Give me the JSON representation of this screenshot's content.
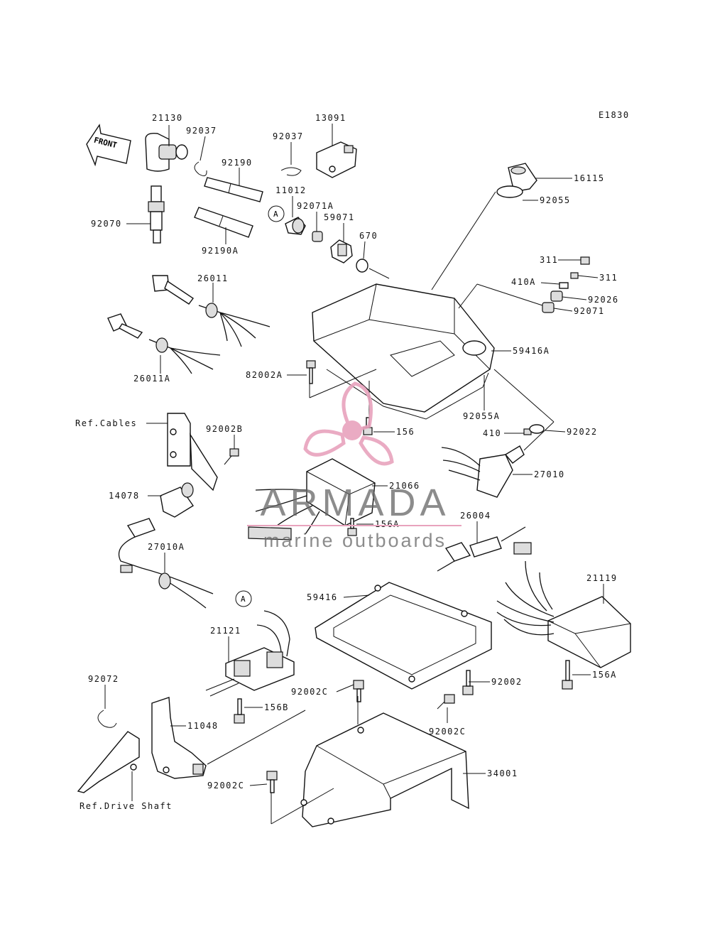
{
  "diagram": {
    "code": "E1830",
    "front_label": "FRONT",
    "circle_marker": "A",
    "ref_labels": [
      "Ref.Cables",
      "Ref.Drive Shaft"
    ],
    "parts": [
      "21130",
      "92037",
      "13091",
      "92037",
      "92190",
      "11012",
      "92071A",
      "59071",
      "670",
      "16115",
      "92055",
      "92070",
      "92190A",
      "311",
      "311",
      "410A",
      "92026",
      "92071",
      "26011",
      "59416A",
      "26011A",
      "82002A",
      "92055A",
      "156",
      "410",
      "92022",
      "92002B",
      "27010",
      "21066",
      "14078",
      "156A",
      "26004",
      "27010A",
      "59416",
      "21119",
      "21121",
      "92002",
      "156A",
      "92072",
      "92002C",
      "156B",
      "11048",
      "92002C",
      "34001",
      "92002C"
    ]
  },
  "watermark": {
    "brand": "ARMADA",
    "tagline": "marine outboards",
    "accent_color": "#e8a3bd"
  }
}
